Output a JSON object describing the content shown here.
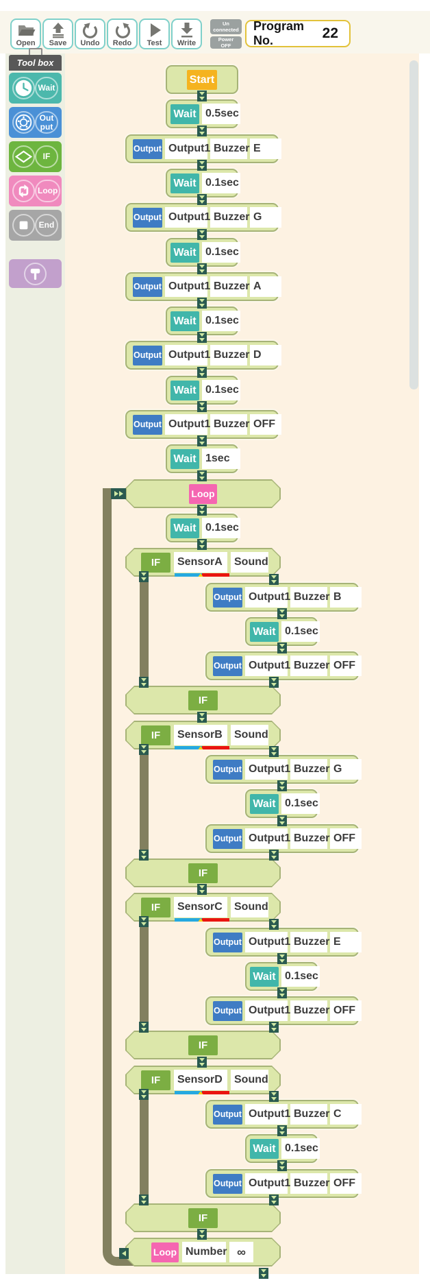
{
  "toolbar": {
    "buttons": [
      {
        "label": "Open",
        "icon": "open-folder-icon"
      },
      {
        "label": "Save",
        "icon": "save-icon"
      },
      {
        "label": "Undo",
        "icon": "undo-arrow-icon"
      },
      {
        "label": "Redo",
        "icon": "redo-arrow-icon"
      },
      {
        "label": "Test",
        "icon": "play-icon"
      },
      {
        "label": "Write",
        "icon": "download-arrow-icon"
      }
    ],
    "connection_badge": {
      "line1": "Un",
      "line2": "connected"
    },
    "power_badge": {
      "line1": "Power",
      "line2": "OFF"
    },
    "program": {
      "label": "Program No.",
      "number": "22"
    }
  },
  "toolbox": {
    "title": "Tool box",
    "items": [
      {
        "label": "Wait",
        "icon": "clock-icon",
        "color": "#4cb8ac"
      },
      {
        "label": "Out put",
        "line1": "Out",
        "line2": "put",
        "icon": "wheel-icon",
        "color": "#4a90d6"
      },
      {
        "label": "IF",
        "icon": "diamond-icon",
        "color": "#6db53f"
      },
      {
        "label": "Loop",
        "icon": "loop-arrows-icon",
        "color": "#f08abe"
      },
      {
        "label": "End",
        "icon": "stop-square-icon",
        "color": "#a6a6a6"
      }
    ],
    "delete_tool": {
      "icon": "hammer-icon",
      "color": "#c2a0cc"
    }
  },
  "flowchart": {
    "rows": [
      {
        "type": "start",
        "badge": "Start"
      },
      {
        "type": "wait",
        "badge": "Wait",
        "duration": "0.5sec"
      },
      {
        "type": "output",
        "badge": "Output",
        "port": "Output1",
        "device": "Buzzer",
        "value": "E"
      },
      {
        "type": "wait",
        "badge": "Wait",
        "duration": "0.1sec"
      },
      {
        "type": "output",
        "badge": "Output",
        "port": "Output1",
        "device": "Buzzer",
        "value": "G"
      },
      {
        "type": "wait",
        "badge": "Wait",
        "duration": "0.1sec"
      },
      {
        "type": "output",
        "badge": "Output",
        "port": "Output1",
        "device": "Buzzer",
        "value": "A"
      },
      {
        "type": "wait",
        "badge": "Wait",
        "duration": "0.1sec"
      },
      {
        "type": "output",
        "badge": "Output",
        "port": "Output1",
        "device": "Buzzer",
        "value": "D"
      },
      {
        "type": "wait",
        "badge": "Wait",
        "duration": "0.1sec"
      },
      {
        "type": "output",
        "badge": "Output",
        "port": "Output1",
        "device": "Buzzer",
        "value": "OFF"
      },
      {
        "type": "wait",
        "badge": "Wait",
        "duration": "1sec"
      },
      {
        "type": "loop_start",
        "badge": "Loop"
      },
      {
        "type": "wait",
        "badge": "Wait",
        "duration": "0.1sec"
      },
      {
        "type": "if_open",
        "badge": "IF",
        "sensor": "SensorA",
        "mode": "Sound"
      },
      {
        "type": "output",
        "badge": "Output",
        "port": "Output1",
        "device": "Buzzer",
        "value": "B",
        "branch": true
      },
      {
        "type": "wait",
        "badge": "Wait",
        "duration": "0.1sec",
        "branch": true
      },
      {
        "type": "output",
        "badge": "Output",
        "port": "Output1",
        "device": "Buzzer",
        "value": "OFF",
        "branch": true
      },
      {
        "type": "if_close",
        "badge": "IF"
      },
      {
        "type": "if_open",
        "badge": "IF",
        "sensor": "SensorB",
        "mode": "Sound"
      },
      {
        "type": "output",
        "badge": "Output",
        "port": "Output1",
        "device": "Buzzer",
        "value": "G",
        "branch": true
      },
      {
        "type": "wait",
        "badge": "Wait",
        "duration": "0.1sec",
        "branch": true
      },
      {
        "type": "output",
        "badge": "Output",
        "port": "Output1",
        "device": "Buzzer",
        "value": "OFF",
        "branch": true
      },
      {
        "type": "if_close",
        "badge": "IF"
      },
      {
        "type": "if_open",
        "badge": "IF",
        "sensor": "SensorC",
        "mode": "Sound"
      },
      {
        "type": "output",
        "badge": "Output",
        "port": "Output1",
        "device": "Buzzer",
        "value": "E",
        "branch": true
      },
      {
        "type": "wait",
        "badge": "Wait",
        "duration": "0.1sec",
        "branch": true
      },
      {
        "type": "output",
        "badge": "Output",
        "port": "Output1",
        "device": "Buzzer",
        "value": "OFF",
        "branch": true
      },
      {
        "type": "if_close",
        "badge": "IF"
      },
      {
        "type": "if_open",
        "badge": "IF",
        "sensor": "SensorD",
        "mode": "Sound"
      },
      {
        "type": "output",
        "badge": "Output",
        "port": "Output1",
        "device": "Buzzer",
        "value": "C",
        "branch": true
      },
      {
        "type": "wait",
        "badge": "Wait",
        "duration": "0.1sec",
        "branch": true
      },
      {
        "type": "output",
        "badge": "Output",
        "port": "Output1",
        "device": "Buzzer",
        "value": "OFF",
        "branch": true
      },
      {
        "type": "if_close",
        "badge": "IF"
      },
      {
        "type": "loop_end",
        "badge": "Loop",
        "count_label": "Number",
        "count": "∞"
      }
    ]
  },
  "colors": {
    "canvas": "#fdf2e2",
    "block_fill": "#dce7aa",
    "block_border": "#a6b377",
    "connector": "#2a5a50",
    "branch_line": "#82805f",
    "badge_start": "#f5b31f",
    "badge_wait": "#41b6aa",
    "badge_output": "#3f7cc4",
    "badge_if": "#7cae43",
    "badge_loop": "#f566b1",
    "slider_blue": "#25a9e0",
    "slider_red": "#ea1510",
    "slider_marker": "#f6d018",
    "program_border": "#e2c23a"
  }
}
